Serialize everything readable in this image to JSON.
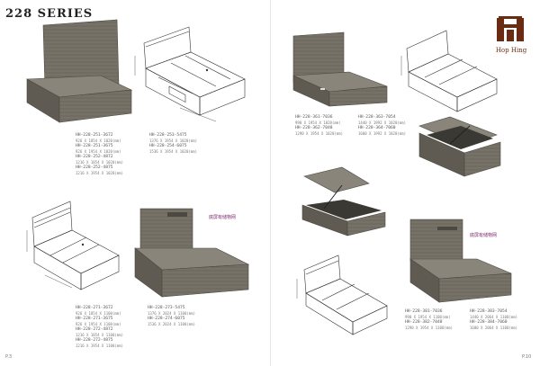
{
  "header": {
    "series_title": "228 SERIES",
    "brand_name": "Hop Hing",
    "brand_color": "#6b2b12"
  },
  "colors": {
    "wood_top": "#6f6b61",
    "wood_side": "#5c584f",
    "wood_front": "#7a766b",
    "outline": "#333333"
  },
  "pages": {
    "left": "P.3",
    "right": "P.10"
  },
  "notes": {
    "cn_1": "底屏有储物网",
    "cn_2": "底屏有储物网"
  },
  "groups": [
    {
      "id": "group-top-left",
      "lines": [
        {
          "code": "HH-228-251-3672",
          "dim": "926 X 1854 X 1020(mm)"
        },
        {
          "code": "HH-228-251-3675",
          "dim": "926 X 1954 X 1020(mm)"
        },
        {
          "code": "HH-228-252-4872",
          "dim": "1216 X 1854 X 1020(mm)"
        },
        {
          "code": "HH-228-252-4875",
          "dim": "1216 X 1954 X 1020(mm)"
        }
      ]
    },
    {
      "id": "group-top-mid",
      "lines": [
        {
          "code": "HH-228-253-5475",
          "dim": "1376 X 1954 X 1020(mm)"
        },
        {
          "code": "HH-228-254-6075",
          "dim": "1536 X 1954 X 1020(mm)"
        }
      ]
    },
    {
      "id": "group-bottom-left",
      "lines": [
        {
          "code": "HH-228-271-3672",
          "dim": "926 X 1854 X 1100(mm)"
        },
        {
          "code": "HH-228-271-3675",
          "dim": "926 X 1954 X 1100(mm)"
        },
        {
          "code": "HH-228-272-4872",
          "dim": "1216 X 1854 X 1100(mm)"
        },
        {
          "code": "HH-228-272-4875",
          "dim": "1216 X 1954 X 1100(mm)"
        }
      ]
    },
    {
      "id": "group-bottom-mid",
      "lines": [
        {
          "code": "HH-228-273-5475",
          "dim": "1376 X 2024 X 1100(mm)"
        },
        {
          "code": "HH-228-274-6075",
          "dim": "1536 X 2024 X 1100(mm)"
        }
      ]
    },
    {
      "id": "group-right-top-a",
      "lines": [
        {
          "code": "HH-228-361-7036",
          "dim": "990 X 1954 X 1020(mm)"
        },
        {
          "code": "HH-228-362-7048",
          "dim": "1290 X 1954 X 1020(mm)"
        }
      ]
    },
    {
      "id": "group-right-top-b",
      "lines": [
        {
          "code": "HH-228-363-7054",
          "dim": "1440 X 1992 X 1020(mm)"
        },
        {
          "code": "HH-228-364-7060",
          "dim": "1600 X 1992 X 1020(mm)"
        }
      ]
    },
    {
      "id": "group-right-bottom-a",
      "lines": [
        {
          "code": "HH-228-381-7036",
          "dim": "990 X 1954 X 1100(mm)"
        },
        {
          "code": "HH-228-382-7048",
          "dim": "1290 X 1954 X 1100(mm)"
        }
      ]
    },
    {
      "id": "group-right-bottom-b",
      "lines": [
        {
          "code": "HH-228-383-7054",
          "dim": "1440 X 2064 X 1100(mm)"
        },
        {
          "code": "HH-228-384-7060",
          "dim": "1600 X 2064 X 1100(mm)"
        }
      ]
    }
  ]
}
